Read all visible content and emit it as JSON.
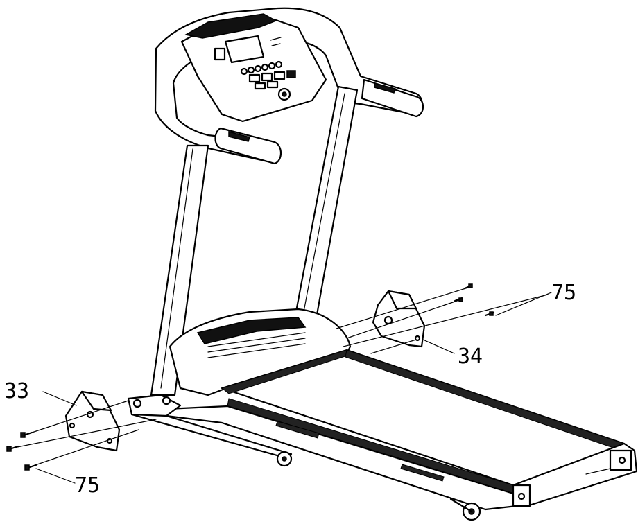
{
  "callouts": [
    {
      "id": "label-33",
      "text": "33"
    },
    {
      "id": "label-34",
      "text": "34"
    },
    {
      "id": "label-75-top",
      "text": "75"
    },
    {
      "id": "label-75-bottom",
      "text": "75"
    }
  ]
}
